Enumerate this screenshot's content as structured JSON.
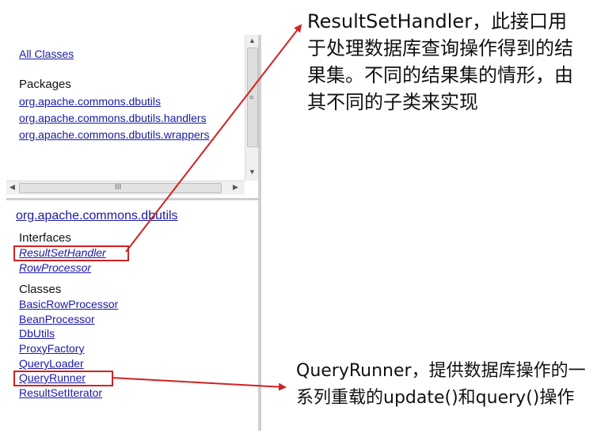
{
  "top_frame": {
    "all_classes": "All Classes",
    "packages_heading": "Packages",
    "packages": [
      "org.apache.commons.dbutils",
      "org.apache.commons.dbutils.handlers",
      "org.apache.commons.dbutils.wrappers"
    ],
    "hscroll_grip": "III",
    "vscroll_grip": "≡"
  },
  "bottom_frame": {
    "package_title": "org.apache.commons.dbutils",
    "interfaces_heading": "Interfaces",
    "interfaces": [
      "ResultSetHandler",
      "RowProcessor"
    ],
    "classes_heading": "Classes",
    "classes": [
      "BasicRowProcessor",
      "BeanProcessor",
      "DbUtils",
      "ProxyFactory",
      "QueryLoader",
      "QueryRunner",
      "ResultSetIterator"
    ]
  },
  "annotations": {
    "result_set_handler_note": "ResultSetHandler，此接口用于处理数据库查询操作得到的结果集。不同的结果集的情形，由其不同的子类来实现",
    "query_runner_note": "QueryRunner，提供数据库操作的一系列重载的update()和query()操作"
  },
  "colors": {
    "link": "#1a1aa6",
    "highlight": "#d42121"
  }
}
